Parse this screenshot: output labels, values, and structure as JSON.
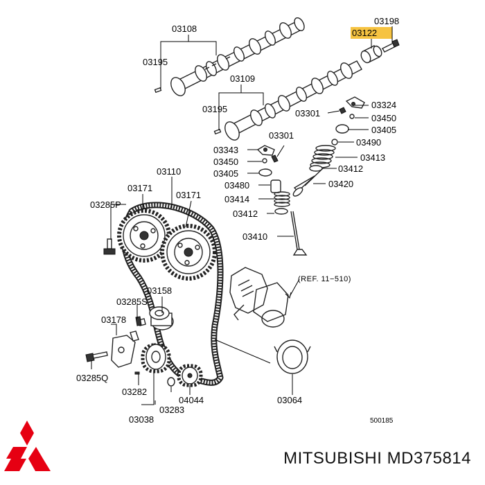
{
  "labels": {
    "p03108": "03108",
    "p03195a": "03195",
    "p03109": "03109",
    "p03195b": "03195",
    "p03198": "03198",
    "p03122": "03122",
    "p03324": "03324",
    "p03301a": "03301",
    "p03450a": "03450",
    "p03405a": "03405",
    "p03490": "03490",
    "p03301b": "03301",
    "p03343": "03343",
    "p03413": "03413",
    "p03450b": "03450",
    "p03412a": "03412",
    "p03405b": "03405",
    "p03420": "03420",
    "p03480": "03480",
    "p03414": "03414",
    "p03412b": "03412",
    "p03410": "03410",
    "p03110": "03110",
    "p03171a": "03171",
    "p03171b": "03171",
    "p03285p": "03285P",
    "p03158": "03158",
    "p03285s": "03285S",
    "p03178": "03178",
    "p03285q": "03285Q",
    "p03282": "03282",
    "p04044": "04044",
    "p03064": "03064",
    "p03283": "03283",
    "p03038": "03038",
    "ref": "(REF. 11−510)",
    "code": "500185"
  },
  "highlight_color": "#f5b820",
  "highlighted_part": "03122",
  "logo": "mitsubishi-three-diamonds",
  "footer": {
    "title": "MITSUBISHI MD375814"
  }
}
